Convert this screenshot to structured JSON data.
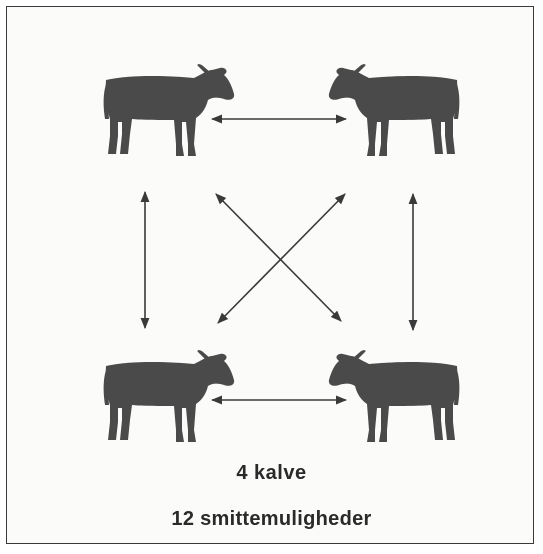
{
  "caption": {
    "line1": "4 kalve",
    "line2": "12 smittemuligheder"
  },
  "colors": {
    "cow": "#4a4a4a",
    "arrow": "#3a3a3a",
    "border": "#3a3a3a"
  },
  "nodes": [
    "calf-top-left",
    "calf-top-right",
    "calf-bottom-left",
    "calf-bottom-right"
  ],
  "connections": [
    [
      "calf-top-left",
      "calf-top-right"
    ],
    [
      "calf-bottom-left",
      "calf-bottom-right"
    ],
    [
      "calf-top-left",
      "calf-bottom-left"
    ],
    [
      "calf-top-right",
      "calf-bottom-right"
    ],
    [
      "calf-top-left",
      "calf-bottom-right"
    ],
    [
      "calf-top-right",
      "calf-bottom-left"
    ]
  ]
}
